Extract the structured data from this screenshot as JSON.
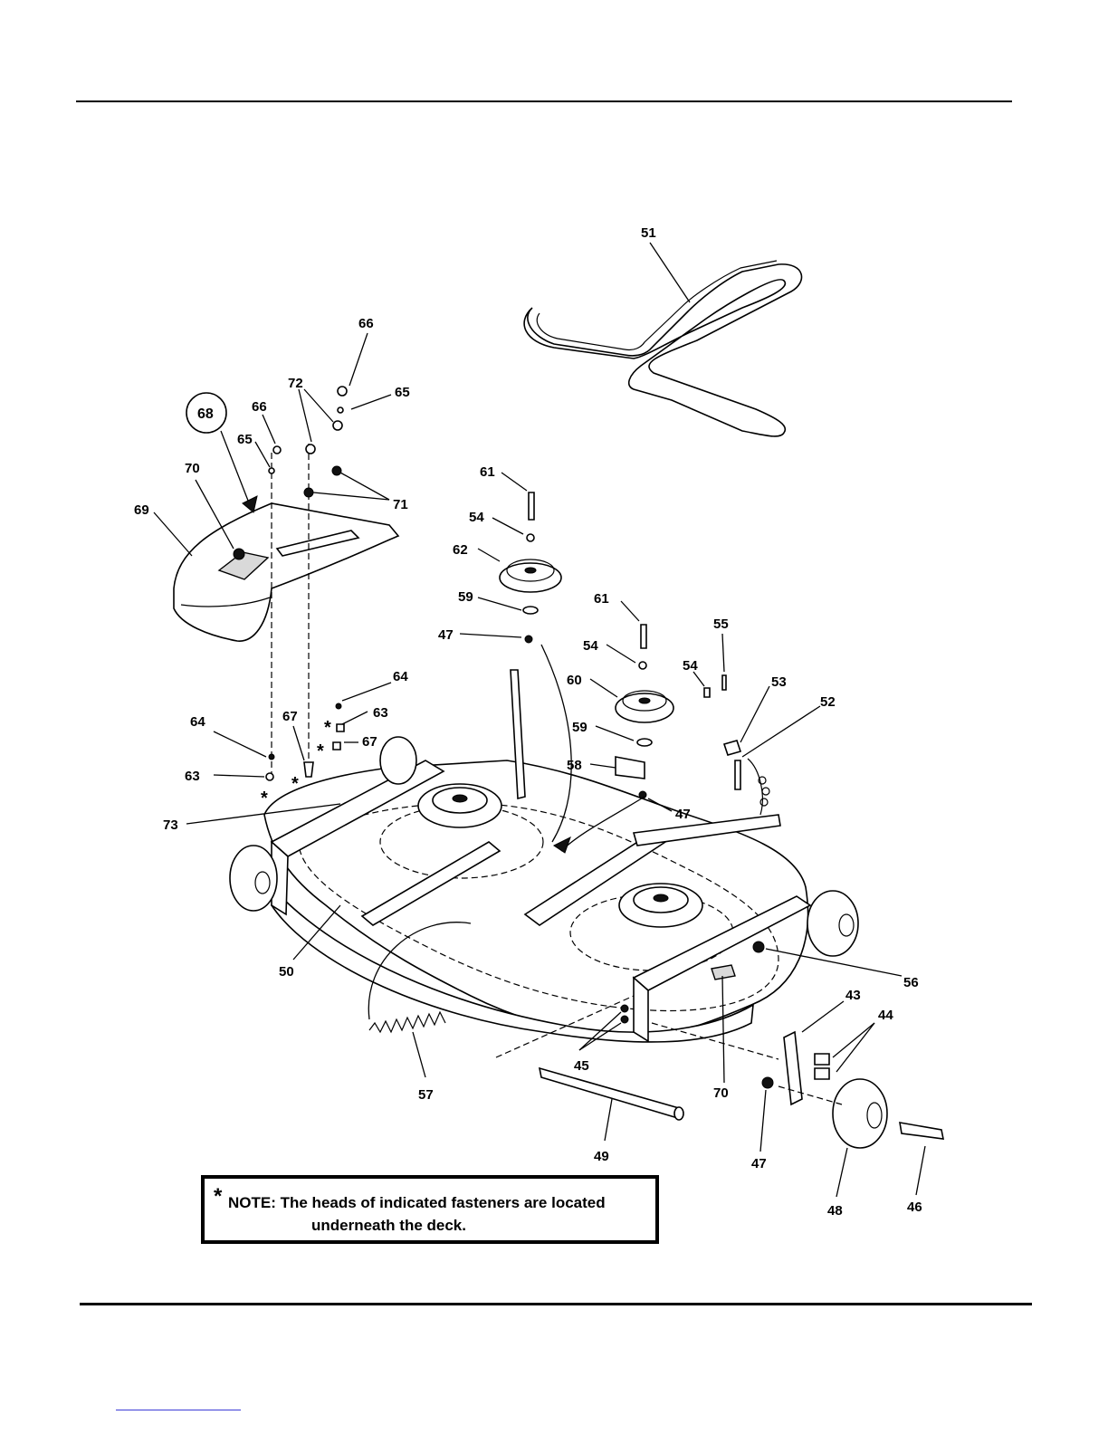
{
  "diagram": {
    "callouts": {
      "c43": "43",
      "c44": "44",
      "c45": "45",
      "c46": "46",
      "c47a": "47",
      "c47b": "47",
      "c47c": "47",
      "c48": "48",
      "c49": "49",
      "c50": "50",
      "c51": "51",
      "c52": "52",
      "c53": "53",
      "c54a": "54",
      "c54b": "54",
      "c54c": "54",
      "c55": "55",
      "c56": "56",
      "c57": "57",
      "c58": "58",
      "c59a": "59",
      "c59b": "59",
      "c60": "60",
      "c61a": "61",
      "c61b": "61",
      "c62": "62",
      "c63a": "63",
      "c63b": "63",
      "c64a": "64",
      "c64b": "64",
      "c65a": "65",
      "c65b": "65",
      "c66a": "66",
      "c66b": "66",
      "c67a": "67",
      "c67b": "67",
      "c68": "68",
      "c69": "69",
      "c70a": "70",
      "c70b": "70",
      "c71": "71",
      "c72": "72",
      "c73": "73"
    },
    "asterisk": "*"
  },
  "note": {
    "star": "*",
    "line1": "NOTE: The heads of indicated fasteners are located",
    "line2": "underneath the deck."
  }
}
